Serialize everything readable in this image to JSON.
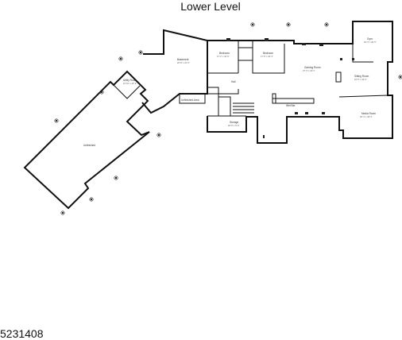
{
  "plan": {
    "title": "Lower Level",
    "listing_id": "5231408"
  },
  "rooms": {
    "unfinished": {
      "name": "Unfinished"
    },
    "utility": {
      "name": "Utility Room",
      "dims": "16' 10\" x 10' 2\""
    },
    "basement": {
      "name": "Basement",
      "dims": "20' 8\" x 21' 0\""
    },
    "bedroom1": {
      "name": "Bedroom",
      "dims": "17' 2\" x 10' 6\""
    },
    "bedroom2": {
      "name": "Bedroom",
      "dims": "17' 0\" x 16' 4\""
    },
    "hall": {
      "name": "Hall"
    },
    "gaming": {
      "name": "Gaming Room",
      "dims": "27' 4\" x 24' 1\""
    },
    "gym": {
      "name": "Gym",
      "dims": "18' 4\" x 20' 5\""
    },
    "sitting": {
      "name": "Sitting Room",
      "dims": "16' 5\" x 16' 2\""
    },
    "wet_bar": {
      "name": "Wet Bar"
    },
    "storage": {
      "name": "Storage",
      "dims": "18' 9\" x 9' 0\""
    },
    "media": {
      "name": "Media Room",
      "dims": "18' 4\" x 18' 3\""
    },
    "under_stairs": {
      "name": "Unfinished Area"
    }
  },
  "colors": {
    "wall": "#111111",
    "fixture": "#222222"
  }
}
